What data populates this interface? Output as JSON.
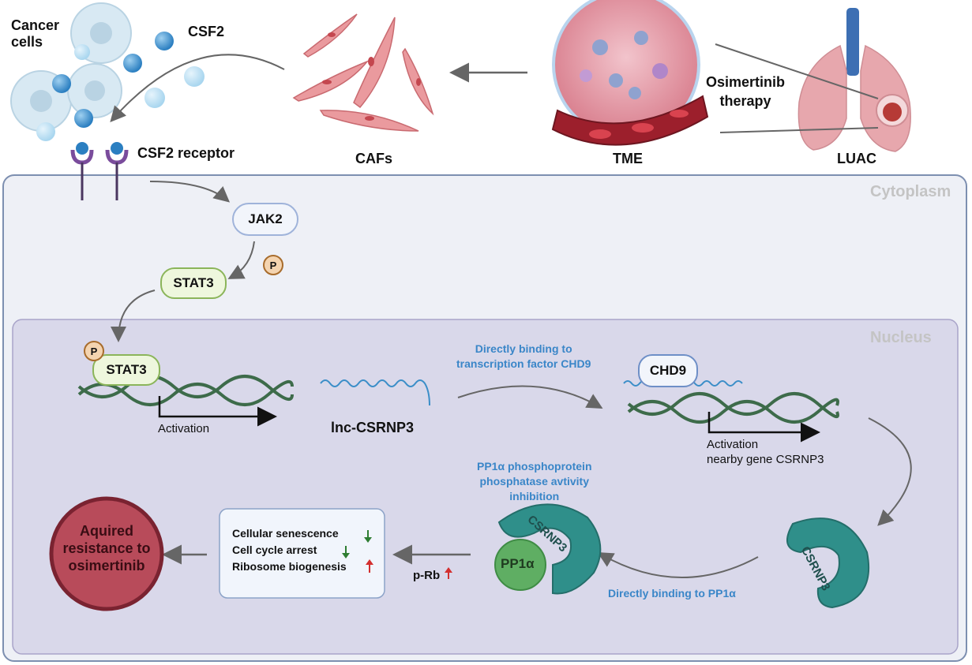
{
  "top": {
    "cancer_cells_label": "Cancer\ncells",
    "csf2_label": "CSF2",
    "csf2_receptor_label": "CSF2 receptor",
    "cafs_label": "CAFs",
    "tme_label": "TME",
    "osimertinib_label": "Osimertinib\ntherapy",
    "luac_label": "LUAC"
  },
  "compartments": {
    "cytoplasm_label": "Cytoplasm",
    "nucleus_label": "Nucleus"
  },
  "cytoplasm": {
    "jak2_label": "JAK2",
    "stat3_label": "STAT3",
    "phospho_label": "P"
  },
  "nucleus": {
    "stat3_label": "STAT3",
    "phospho_label": "P",
    "activation_label": "Activation",
    "lnc_label": "lnc-CSRNP3",
    "binding_chd9_label": "Directly binding to\ntranscription factor CHD9",
    "chd9_label": "CHD9",
    "activation2_label": "Activation\nnearby gene CSRNP3",
    "pp1a_inhibition_label": "PP1α phosphoprotein\nphosphatase avtivity\ninhibition",
    "csrnp3_label": "CSRNP3",
    "csrnp3_bound_label": "CSRNP3",
    "pp1a_label": "PP1α",
    "binding_pp1a_label": "Directly binding to  PP1α",
    "prb_label": "p-Rb",
    "effects": [
      {
        "text": "Cellular senescence",
        "direction": "down"
      },
      {
        "text": "Cell cycle arrest",
        "direction": "down"
      },
      {
        "text": "Ribosome biogenesis",
        "direction": "up"
      }
    ],
    "resistance_label": "Aquired\nresistance to\nosimertinib"
  },
  "colors": {
    "cytoplasm_fill": "#eef0f6",
    "nucleus_fill": "#d9d8ea",
    "dna": "#3d6b4a",
    "csrnp3": "#2f8f8a",
    "pp1a": "#5fae63",
    "resistance": "#b84b5a",
    "blue_text": "#3a86c8",
    "down_arrow": "#2e7d32",
    "up_arrow": "#d32f2f"
  }
}
